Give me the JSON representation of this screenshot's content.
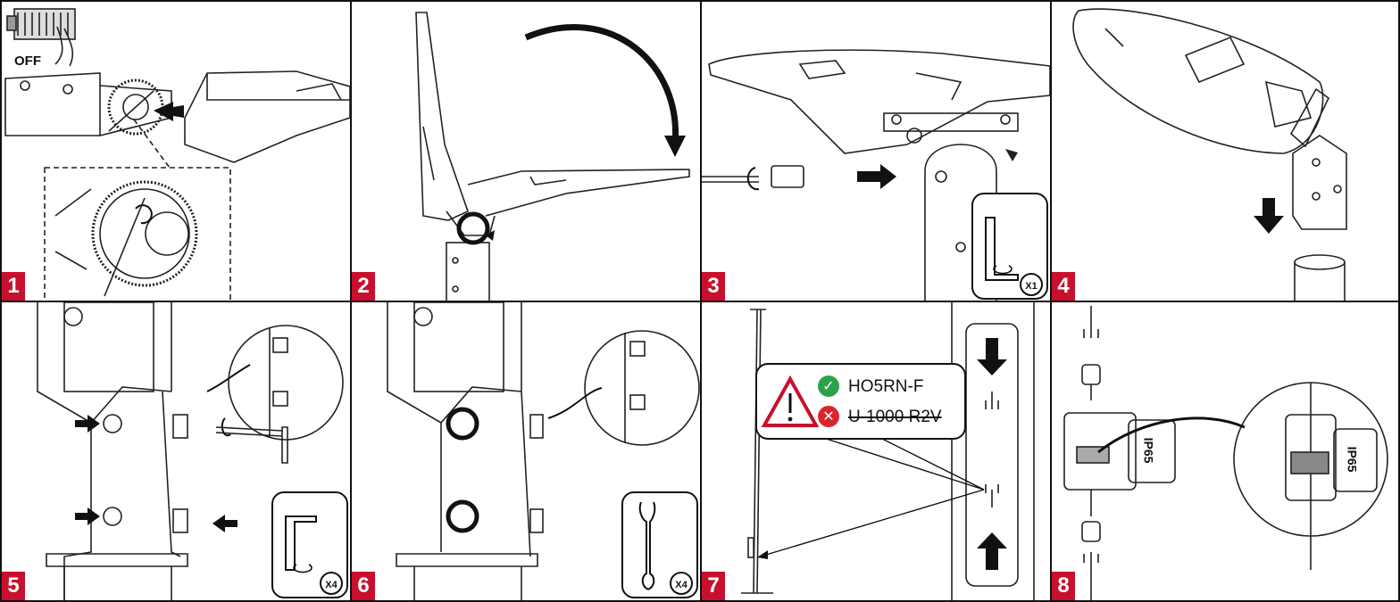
{
  "steps": [
    "1",
    "2",
    "3",
    "4",
    "5",
    "6",
    "7",
    "8"
  ],
  "panel1": {
    "switch_label": "OFF"
  },
  "panel3": {
    "quantity": "X1"
  },
  "panel5": {
    "quantity": "X4"
  },
  "panel6": {
    "quantity": "X4"
  },
  "panel7": {
    "cable_ok": "HO5RN-F",
    "cable_not_ok": "U-1000 R2V"
  },
  "panel8": {
    "rating_small": "IP65",
    "rating_zoom": "IP65"
  },
  "colors": {
    "step_badge": "#c8102e",
    "ok_badge": "#2ca24b",
    "not_ok_badge": "#d9262c",
    "warning": "#c8102e"
  },
  "icons": [
    "hex-key-icon",
    "wrench-icon",
    "rotate-icon",
    "arrow-icon",
    "warning-triangle-icon",
    "check-icon",
    "cross-icon"
  ]
}
